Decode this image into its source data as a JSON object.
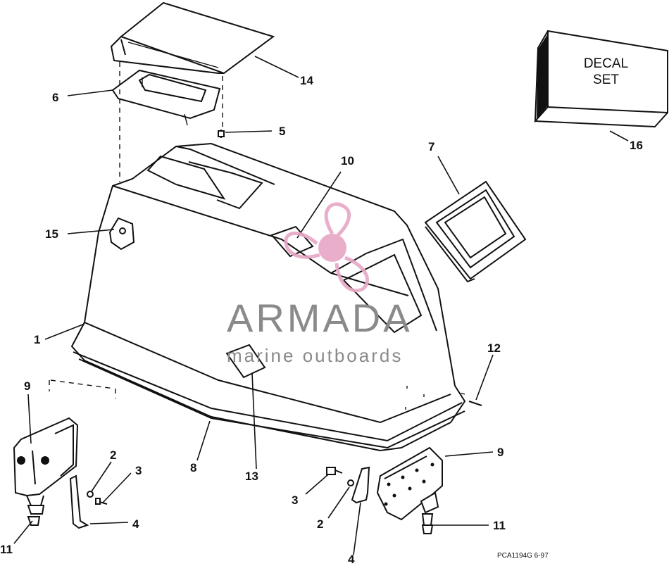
{
  "decal": {
    "line1": "DECAL",
    "line2": "SET"
  },
  "watermark": {
    "brand": "ARMADA",
    "tagline": "marine outboards"
  },
  "drawing_number": "PCA1194G   6-97",
  "callouts": {
    "c14": "14",
    "c6": "6",
    "c5": "5",
    "c16": "16",
    "c7": "7",
    "c10": "10",
    "c15": "15",
    "c1": "1",
    "c12": "12",
    "c9_left": "9",
    "c9_right": "9",
    "c2_left": "2",
    "c3_left": "3",
    "c8": "8",
    "c13": "13",
    "c3_right": "3",
    "c2_right": "2",
    "c4_left": "4",
    "c4_right": "4",
    "c11_left": "11",
    "c11_right": "11"
  },
  "colors": {
    "line": "#111111",
    "watermark_pink": "#e7a6c4",
    "watermark_gray": "#8a8a8a"
  }
}
